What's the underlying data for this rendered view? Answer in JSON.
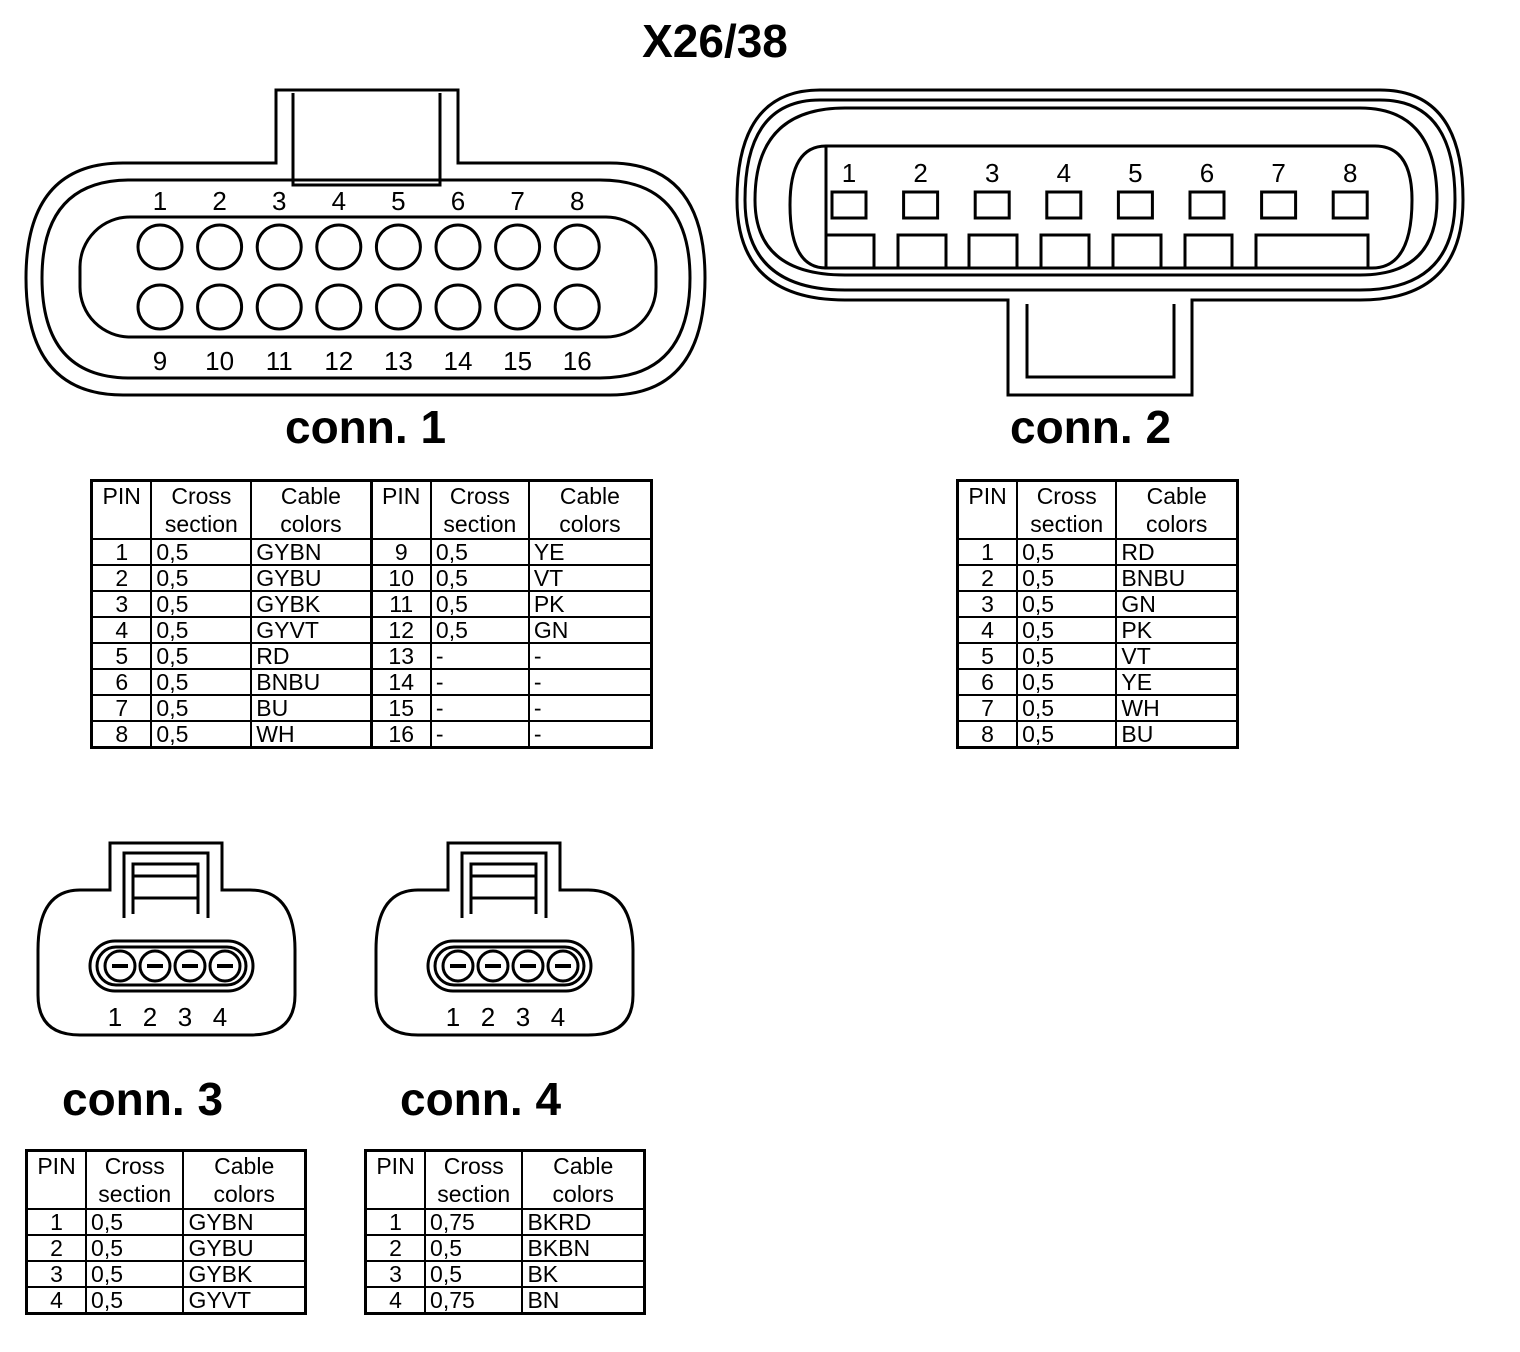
{
  "title": "X26/38",
  "connectors": {
    "conn1": {
      "label": "conn. 1",
      "pin_numbers_top": [
        "1",
        "2",
        "3",
        "4",
        "5",
        "6",
        "7",
        "8"
      ],
      "pin_numbers_bottom": [
        "9",
        "10",
        "11",
        "12",
        "13",
        "14",
        "15",
        "16"
      ]
    },
    "conn2": {
      "label": "conn. 2",
      "pin_numbers": [
        "1",
        "2",
        "3",
        "4",
        "5",
        "6",
        "7",
        "8"
      ]
    },
    "conn3": {
      "label": "conn. 3",
      "pin_numbers": [
        "1",
        "2",
        "3",
        "4"
      ]
    },
    "conn4": {
      "label": "conn. 4",
      "pin_numbers": [
        "1",
        "2",
        "3",
        "4"
      ]
    }
  },
  "table_headers": {
    "pin": "PIN",
    "cross_1": "Cross",
    "cross_2": "section",
    "cable_1": "Cable",
    "cable_2": "colors"
  },
  "tables": {
    "conn1": {
      "left": [
        {
          "pin": "1",
          "section": "0,5",
          "color": "GYBN"
        },
        {
          "pin": "2",
          "section": "0,5",
          "color": "GYBU"
        },
        {
          "pin": "3",
          "section": "0,5",
          "color": "GYBK"
        },
        {
          "pin": "4",
          "section": "0,5",
          "color": "GYVT"
        },
        {
          "pin": "5",
          "section": "0,5",
          "color": "RD"
        },
        {
          "pin": "6",
          "section": "0,5",
          "color": "BNBU"
        },
        {
          "pin": "7",
          "section": "0,5",
          "color": "BU"
        },
        {
          "pin": "8",
          "section": "0,5",
          "color": "WH"
        }
      ],
      "right": [
        {
          "pin": "9",
          "section": "0,5",
          "color": "YE"
        },
        {
          "pin": "10",
          "section": "0,5",
          "color": "VT"
        },
        {
          "pin": "11",
          "section": "0,5",
          "color": "PK"
        },
        {
          "pin": "12",
          "section": "0,5",
          "color": "GN"
        },
        {
          "pin": "13",
          "section": "-",
          "color": "-"
        },
        {
          "pin": "14",
          "section": "-",
          "color": "-"
        },
        {
          "pin": "15",
          "section": "-",
          "color": "-"
        },
        {
          "pin": "16",
          "section": "-",
          "color": "-"
        }
      ]
    },
    "conn2": [
      {
        "pin": "1",
        "section": "0,5",
        "color": "RD"
      },
      {
        "pin": "2",
        "section": "0,5",
        "color": "BNBU"
      },
      {
        "pin": "3",
        "section": "0,5",
        "color": "GN"
      },
      {
        "pin": "4",
        "section": "0,5",
        "color": "PK"
      },
      {
        "pin": "5",
        "section": "0,5",
        "color": "VT"
      },
      {
        "pin": "6",
        "section": "0,5",
        "color": "YE"
      },
      {
        "pin": "7",
        "section": "0,5",
        "color": "WH"
      },
      {
        "pin": "8",
        "section": "0,5",
        "color": "BU"
      }
    ],
    "conn3": [
      {
        "pin": "1",
        "section": "0,5",
        "color": "GYBN"
      },
      {
        "pin": "2",
        "section": "0,5",
        "color": "GYBU"
      },
      {
        "pin": "3",
        "section": "0,5",
        "color": "GYBK"
      },
      {
        "pin": "4",
        "section": "0,5",
        "color": "GYVT"
      }
    ],
    "conn4": [
      {
        "pin": "1",
        "section": "0,75",
        "color": "BKRD"
      },
      {
        "pin": "2",
        "section": "0,5",
        "color": "BKBN"
      },
      {
        "pin": "3",
        "section": "0,5",
        "color": "BK"
      },
      {
        "pin": "4",
        "section": "0,75",
        "color": "BN"
      }
    ]
  }
}
